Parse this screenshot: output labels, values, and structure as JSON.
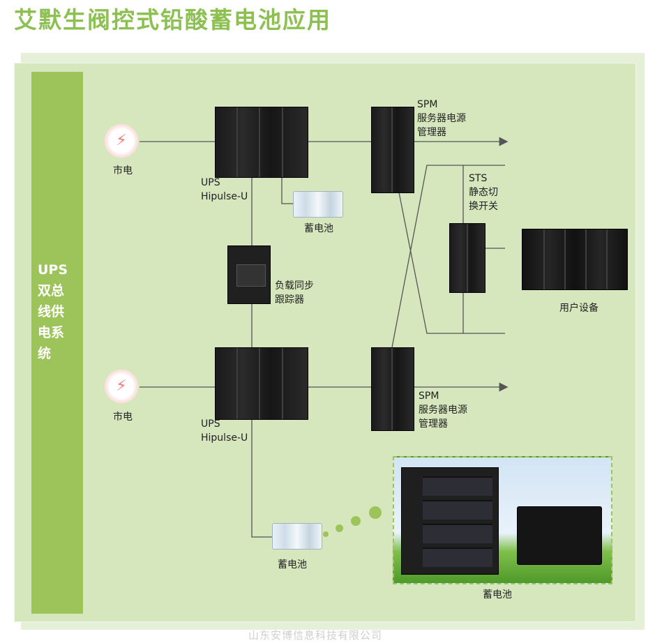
{
  "page": {
    "title": "艾默生阀控式铅酸蓄电池应用",
    "watermark": "山东安博信息科技有限公司"
  },
  "sidebar": {
    "label": "UPS\n双总\n线供\n电系\n统"
  },
  "labels": {
    "mains_top": "市电",
    "mains_bottom": "市电",
    "ups_top": "UPS\nHipulse-U",
    "ups_bottom": "UPS\nHipulse-U",
    "battery_top": "蓄电池",
    "battery_bottom": "蓄电池",
    "tracker": "负载同步\n跟踪器",
    "spm_top": "SPM\n服务器电源\n管理器",
    "spm_bottom": "SPM\n服务器电源\n管理器",
    "sts": "STS\n静态切\n换开关",
    "user_equipment": "用户设备",
    "photo_caption": "蓄电池"
  },
  "colors": {
    "title": "#8cc152",
    "stripe": "#9dc45a",
    "panel": "#d6e6bd",
    "line": "#555555",
    "arrow": "#555555"
  },
  "icons": {
    "mains": "lightning-icon"
  }
}
